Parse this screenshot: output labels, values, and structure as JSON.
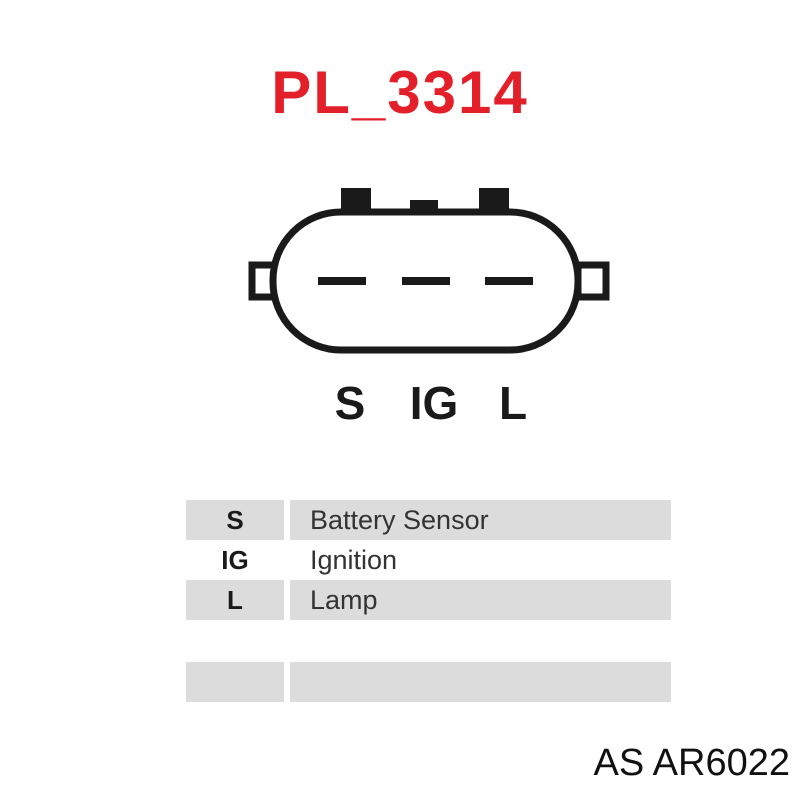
{
  "title": "PL_3314",
  "colors": {
    "title": "#e3202a",
    "outline": "#1a1a1a",
    "row_fill": "#dcdcdc"
  },
  "pins": [
    {
      "code": "S",
      "description": "Battery Sensor"
    },
    {
      "code": "IG",
      "description": "Ignition"
    },
    {
      "code": "L",
      "description": "Lamp"
    }
  ],
  "blank_row": {
    "code": "",
    "description": ""
  },
  "part_reference": "AS AR6022"
}
